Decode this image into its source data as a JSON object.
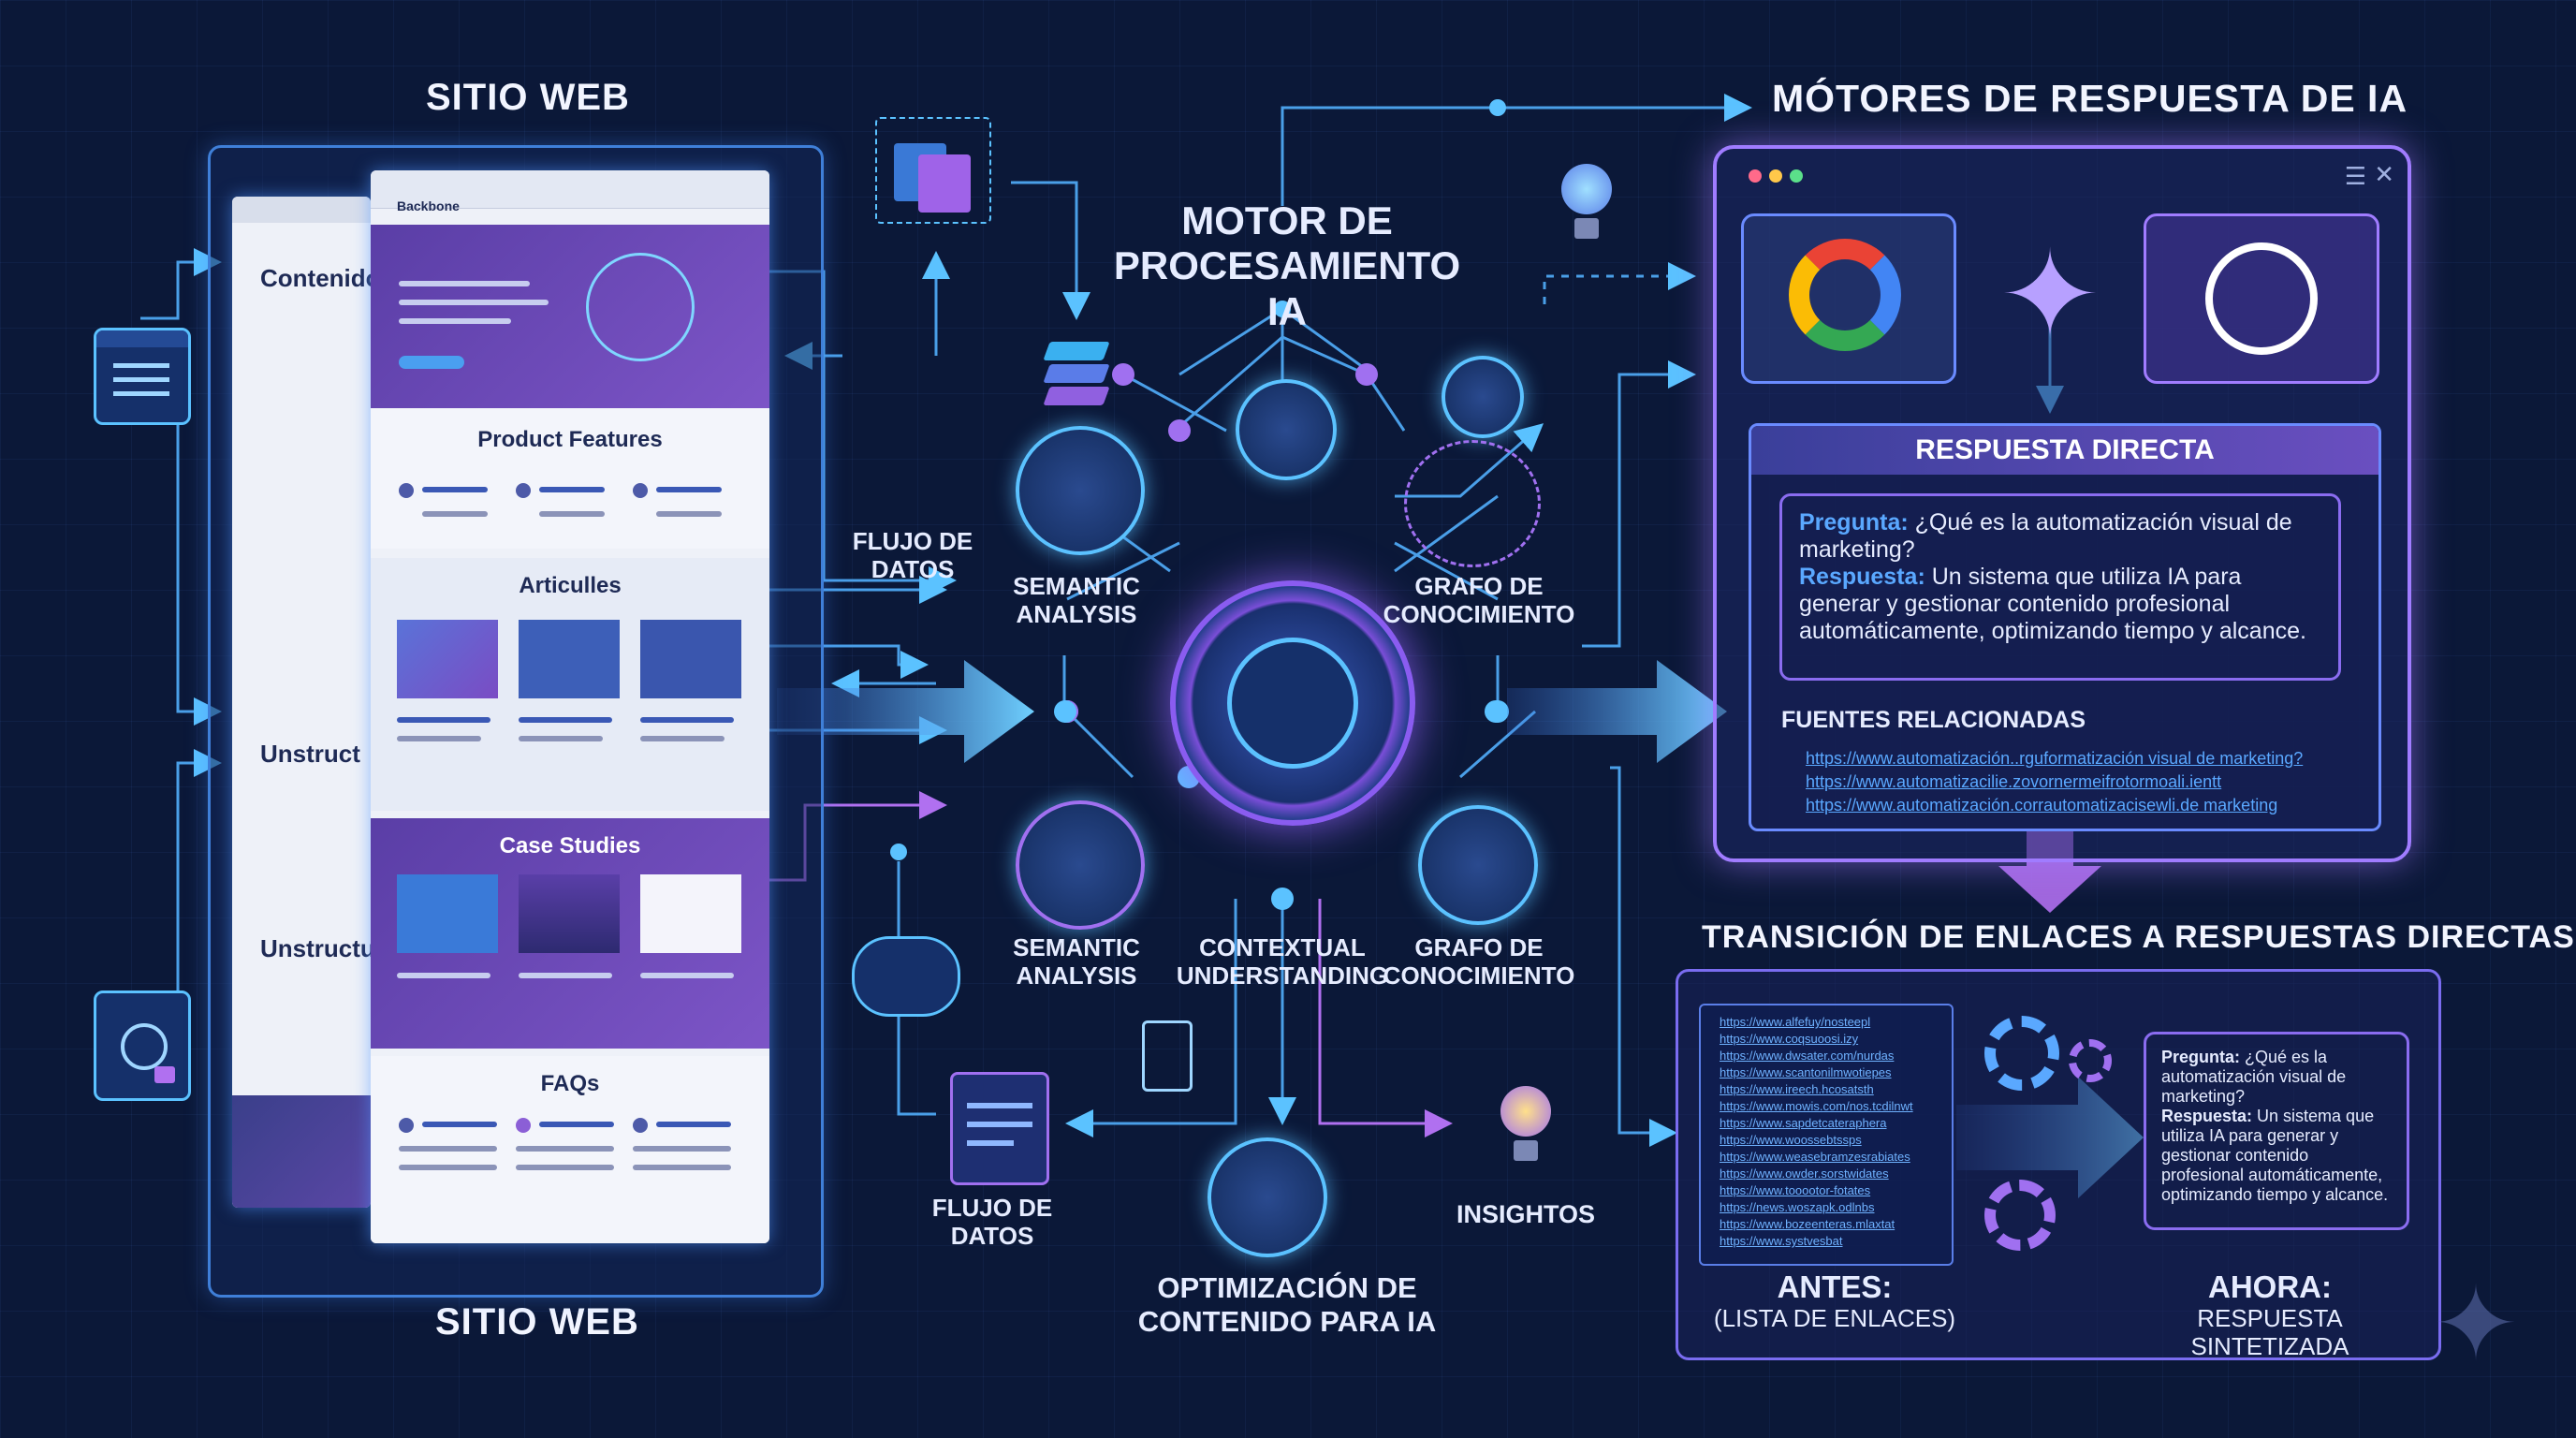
{
  "titles": {
    "sitio_web_top": "SITIO WEB",
    "sitio_web_bottom": "SITIO WEB",
    "motor_line1": "MOTOR DE",
    "motor_line2": "PROCESAMIENTO IA",
    "motores_respuesta": "MÓTORES DE RESPUESTA DE IA",
    "transicion": "TRANSICIÓN DE ENLACES A RESPUESTAS DIRECTAS"
  },
  "website": {
    "back_page": {
      "sections": [
        "Contenido",
        "Unstruct",
        "Unstructu"
      ]
    },
    "front_page": {
      "brand": "Backbone",
      "sections": [
        "Product Features",
        "Articulles",
        "Case Studies",
        "FAQs"
      ]
    }
  },
  "processing": {
    "flujo_datos_1": [
      "FLUJO DE",
      "DATOS"
    ],
    "flujo_datos_2": [
      "FLUJO DE",
      "DATOS"
    ],
    "semantic_top": [
      "SEMANTIC",
      "ANALYSIS"
    ],
    "semantic_bottom": [
      "SEMANTIC",
      "ANALYSIS"
    ],
    "grafo_top": [
      "GRAFO DE",
      "CONOCIMIENTO"
    ],
    "grafo_bottom": [
      "GRAFO DE",
      "CONOCIMIENTO"
    ],
    "contextual": [
      "CONTEXTUAL",
      "UNDERSTANDING"
    ],
    "insightos": "INSIGHTOS",
    "optimizacion": [
      "OPTIMIZACIÓN DE",
      "CONTENIDO PARA IA"
    ]
  },
  "answer_engine": {
    "respuesta_directa": "RESPUESTA DIRECTA",
    "pregunta_label": "Pregunta:",
    "pregunta_text": " ¿Qué es la automatización visual de marketing?",
    "respuesta_label": "Respuesta:",
    "respuesta_text": " Un sistema que utiliza IA para generar y gestionar contenido profesional automáticamente, optimizando tiempo y alcance.",
    "fuentes_title": "FUENTES RELACIONADAS",
    "fuentes": [
      "https://www.automatización..rguformatización visual de marketing?",
      "https://www.automatizacilie.zovornermeifrotormoali.ientt",
      "https://www.automatización.corrautomatizacisewli.de marketing"
    ]
  },
  "transition": {
    "links": [
      "https://www.alfefuy/nosteepl",
      "https://www.coqsuoosi.izy",
      "https://www.dwsater.com/nurdas",
      "https://www.scantonilmwotiepes",
      "https://www.ireech.hcosatsth",
      "https://www.mowis.com/nos.tcdilnwt",
      "https://www.sapdetcateraphera",
      "https://www.woossebtssps",
      "https://www.weasebramzesrabiates",
      "https://www.owder.sorstwidates",
      "https://www.tooootor-fotates",
      "https://news.woszapk.odlnbs",
      "https://www.bozeenteras.mlaxtat",
      "https://www.systvesbat"
    ],
    "pregunta_label": "Pregunta:",
    "pregunta_text": " ¿Qué es la automatización visual de marketing?",
    "respuesta_label": "Respuesta:",
    "respuesta_text": " Un sistema que utiliza IA para generar y gestionar contenido profesional automáticamente, optimizando tiempo y alcance.",
    "antes_title": "ANTES:",
    "antes_sub": "(LISTA DE ENLACES)",
    "ahora_title": "AHORA:",
    "ahora_sub": "RESPUESTA SINTETIZADA"
  },
  "colors": {
    "background": "#0b1838",
    "accent_cyan": "#5bc2ff",
    "accent_purple": "#a070f0",
    "link_blue": "#5aa8ff"
  },
  "icons": [
    "browser-list-icon",
    "globe-lock-icon",
    "document-icon",
    "layers-icon",
    "brain-icon",
    "gear-icon",
    "lightbulb-icon",
    "network-icon",
    "dna-icon",
    "cloud-icon",
    "tablet-icon",
    "checklist-icon",
    "google-icon",
    "sparkle-icon",
    "openai-icon"
  ]
}
